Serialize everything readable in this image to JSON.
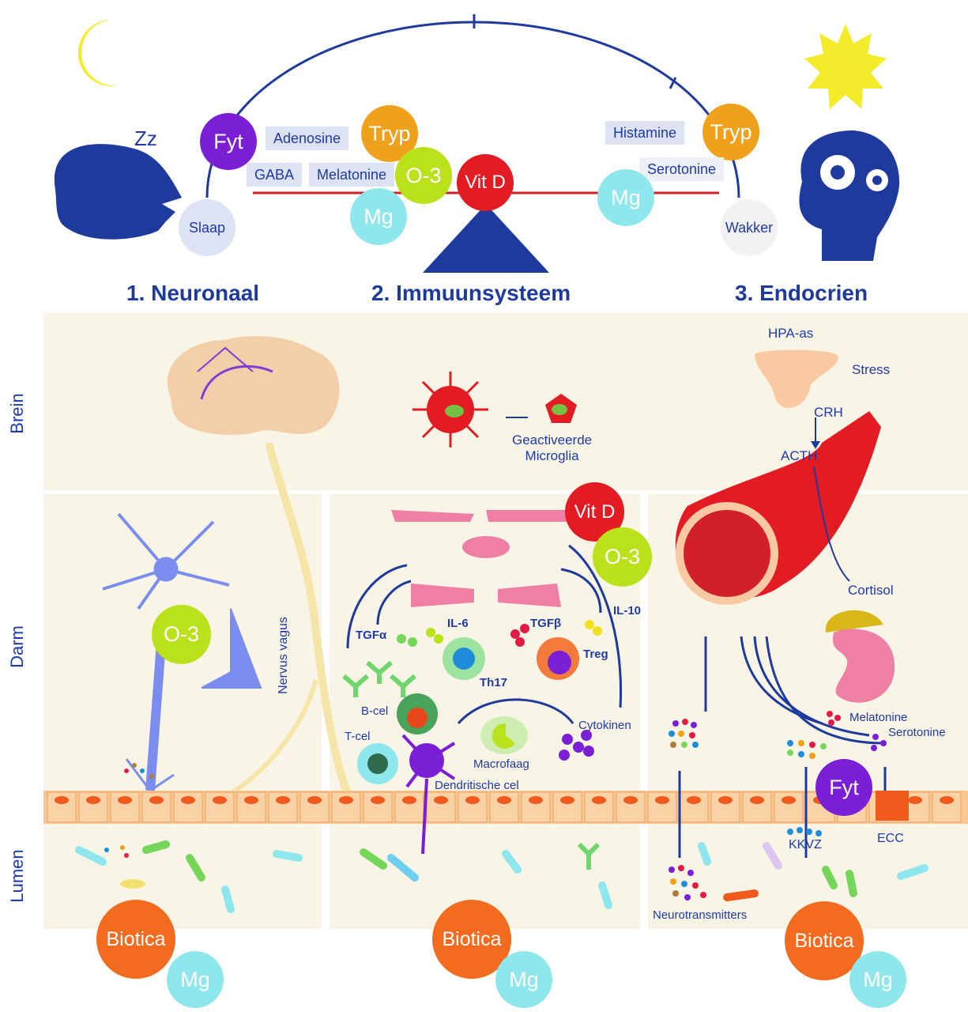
{
  "top": {
    "zz": "Zz",
    "circles": {
      "fyt_left": "Fyt",
      "tryp_left": "Tryp",
      "o3_top": "O-3",
      "vitd_top": "Vit D",
      "mg_left": "Mg",
      "mg_right": "Mg",
      "tryp_right": "Tryp",
      "slaap": "Slaap",
      "wakker": "Wakker"
    },
    "tags": {
      "adenosine": "Adenosine",
      "gaba": "GABA",
      "melatonine": "Melatonine",
      "histamine": "Histamine",
      "serotonine": "Serotonine"
    },
    "headings": {
      "neuronaal": "1. Neuronaal",
      "immuun": "2. Immuunsysteem",
      "endocrien": "3. Endocrien"
    }
  },
  "side_labels": {
    "brein": "Brein",
    "darm": "Darm",
    "lumen": "Lumen"
  },
  "brain": {
    "hpa": "HPA-as",
    "stress": "Stress",
    "crh": "CRH",
    "acth": "ACTH",
    "microglia": "Geactiveerde\nMicroglia"
  },
  "gut": {
    "o3_left": "O-3",
    "nervus": "Nervus vagus",
    "vitd_mid": "Vit D",
    "o3_mid": "O-3",
    "tgfa": "TGFα",
    "il6": "IL-6",
    "tgfb": "TGFβ",
    "il10": "IL-10",
    "treg": "Treg",
    "th17": "Th17",
    "bcel": "B-cel",
    "tcel": "T-cel",
    "cytokinen": "Cytokinen",
    "macrofaag": "Macrofaag",
    "dendritische": "Dendritische cel",
    "cortisol": "Cortisol",
    "melatonine": "Melatonine",
    "serotonine": "Serotonine",
    "fyt": "Fyt",
    "ecc": "ECC",
    "kkvz": "KKVZ",
    "neurotransmitters": "Neurotransmitters"
  },
  "bottom": {
    "biotica_1": "Biotica",
    "mg_1": "Mg",
    "biotica_2": "Biotica",
    "mg_2": "Mg",
    "biotica_3": "Biotica",
    "mg_3": "Mg"
  },
  "colors": {
    "navy": "#1e3a9c",
    "fyt": "#7a1fd6",
    "tryp": "#f0a11c",
    "o3": "#b9e21a",
    "vitd": "#e31b23",
    "mg": "#8fe7ee",
    "biotica": "#f26b1f",
    "panel": "#f8f5e6"
  }
}
